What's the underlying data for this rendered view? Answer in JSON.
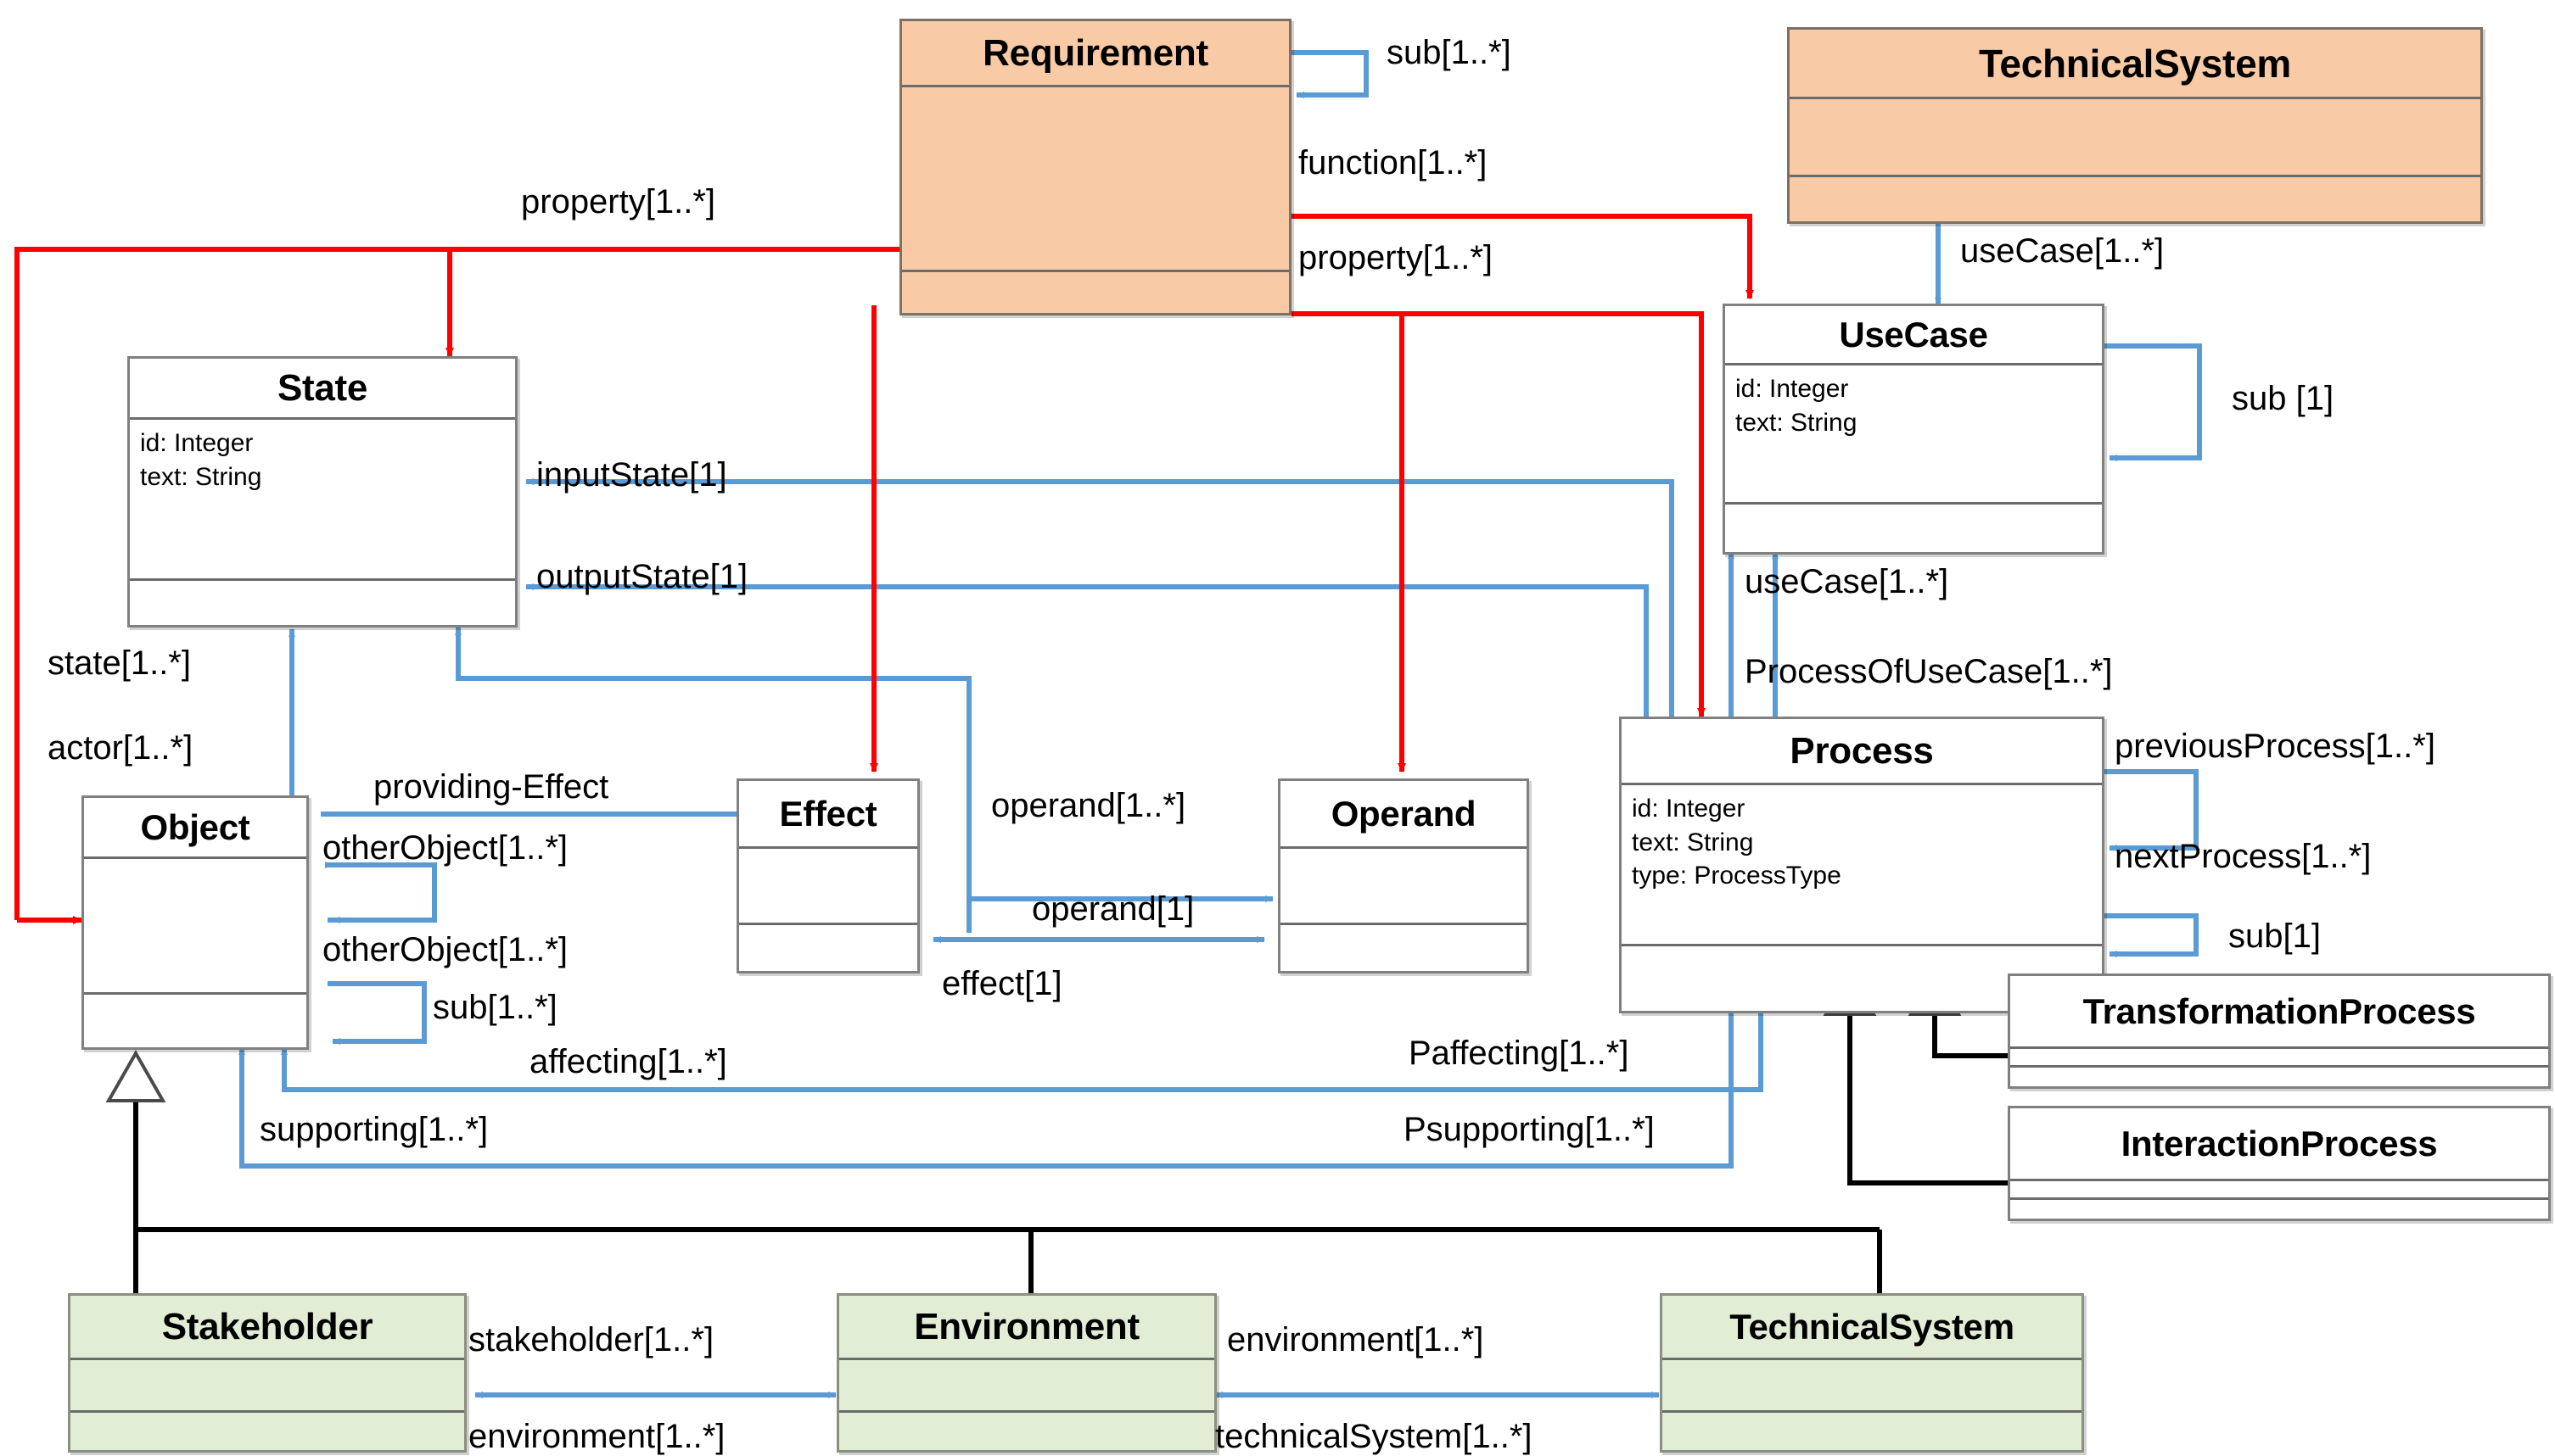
{
  "diagram": {
    "title": "System Model UML Class Diagram",
    "colors": {
      "requirement_fill": "#F8CBA6",
      "technicalsystem_top_fill": "#F8CBA6",
      "green_fill": "#E2EDD5",
      "association_blue": "#5B9BD5",
      "composition_red": "#FF0000",
      "inheritance_black": "#000000",
      "class_border": "#808080"
    },
    "classes": [
      {
        "id": "requirement",
        "name": "Requirement",
        "attributes": [],
        "fill": "orange"
      },
      {
        "id": "technicalsystem_top",
        "name": "TechnicalSystem",
        "attributes": [],
        "fill": "orange"
      },
      {
        "id": "usecase",
        "name": "UseCase",
        "attributes": [
          "id: Integer",
          "text: String"
        ],
        "fill": "white"
      },
      {
        "id": "state",
        "name": "State",
        "attributes": [
          "id: Integer",
          "text: String"
        ],
        "fill": "white"
      },
      {
        "id": "object",
        "name": "Object",
        "attributes": [],
        "fill": "white"
      },
      {
        "id": "effect",
        "name": "Effect",
        "attributes": [],
        "fill": "white"
      },
      {
        "id": "operand",
        "name": "Operand",
        "attributes": [],
        "fill": "white"
      },
      {
        "id": "process",
        "name": "Process",
        "attributes": [
          "id: Integer",
          "text: String",
          "type: ProcessType"
        ],
        "fill": "white"
      },
      {
        "id": "transformationprocess",
        "name": "TransformationProcess",
        "attributes": [],
        "fill": "white"
      },
      {
        "id": "interactionprocess",
        "name": "InteractionProcess",
        "attributes": [],
        "fill": "white"
      },
      {
        "id": "stakeholder",
        "name": "Stakeholder",
        "attributes": [],
        "fill": "green"
      },
      {
        "id": "environment",
        "name": "Environment",
        "attributes": [],
        "fill": "green"
      },
      {
        "id": "technicalsystem_bottom",
        "name": "TechnicalSystem",
        "attributes": [],
        "fill": "green"
      }
    ],
    "edge_labels": [
      {
        "id": "req-sub",
        "text": "sub[1..*]"
      },
      {
        "id": "req-function",
        "text": "function[1..*]"
      },
      {
        "id": "req-property-right",
        "text": "property[1..*]"
      },
      {
        "id": "req-property-left",
        "text": "property[1..*]"
      },
      {
        "id": "ts-usecase",
        "text": "useCase[1..*]"
      },
      {
        "id": "uc-sub",
        "text": "sub [1]"
      },
      {
        "id": "proc-usecase",
        "text": "useCase[1..*]"
      },
      {
        "id": "proc-of-usecase",
        "text": "ProcessOfUseCase[1..*]"
      },
      {
        "id": "inputstate",
        "text": "inputState[1]"
      },
      {
        "id": "outputstate",
        "text": "outputState[1]"
      },
      {
        "id": "obj-state",
        "text": "state[1..*]"
      },
      {
        "id": "obj-actor",
        "text": "actor[1..*]"
      },
      {
        "id": "providing-effect",
        "text": "providing-Effect"
      },
      {
        "id": "otherobject-1",
        "text": "otherObject[1..*]"
      },
      {
        "id": "otherobject-2",
        "text": "otherObject[1..*]"
      },
      {
        "id": "obj-sub",
        "text": "sub[1..*]"
      },
      {
        "id": "operand-multi",
        "text": "operand[1..*]"
      },
      {
        "id": "operand-one",
        "text": "operand[1]"
      },
      {
        "id": "effect-one",
        "text": "effect[1]"
      },
      {
        "id": "prev-process",
        "text": "previousProcess[1..*]"
      },
      {
        "id": "next-process",
        "text": "nextProcess[1..*]"
      },
      {
        "id": "proc-sub",
        "text": "sub[1]"
      },
      {
        "id": "affecting",
        "text": "affecting[1..*]"
      },
      {
        "id": "paffecting",
        "text": "Paffecting[1..*]"
      },
      {
        "id": "supporting",
        "text": "supporting[1..*]"
      },
      {
        "id": "psupporting",
        "text": "Psupporting[1..*]"
      },
      {
        "id": "stakeholder-multi",
        "text": "stakeholder[1..*]"
      },
      {
        "id": "environment-multi",
        "text": "environment[1..*]"
      },
      {
        "id": "environment-multi2",
        "text": "environment[1..*]"
      },
      {
        "id": "technicalsystem-multi",
        "text": "technicalSystem[1..*]"
      }
    ]
  }
}
